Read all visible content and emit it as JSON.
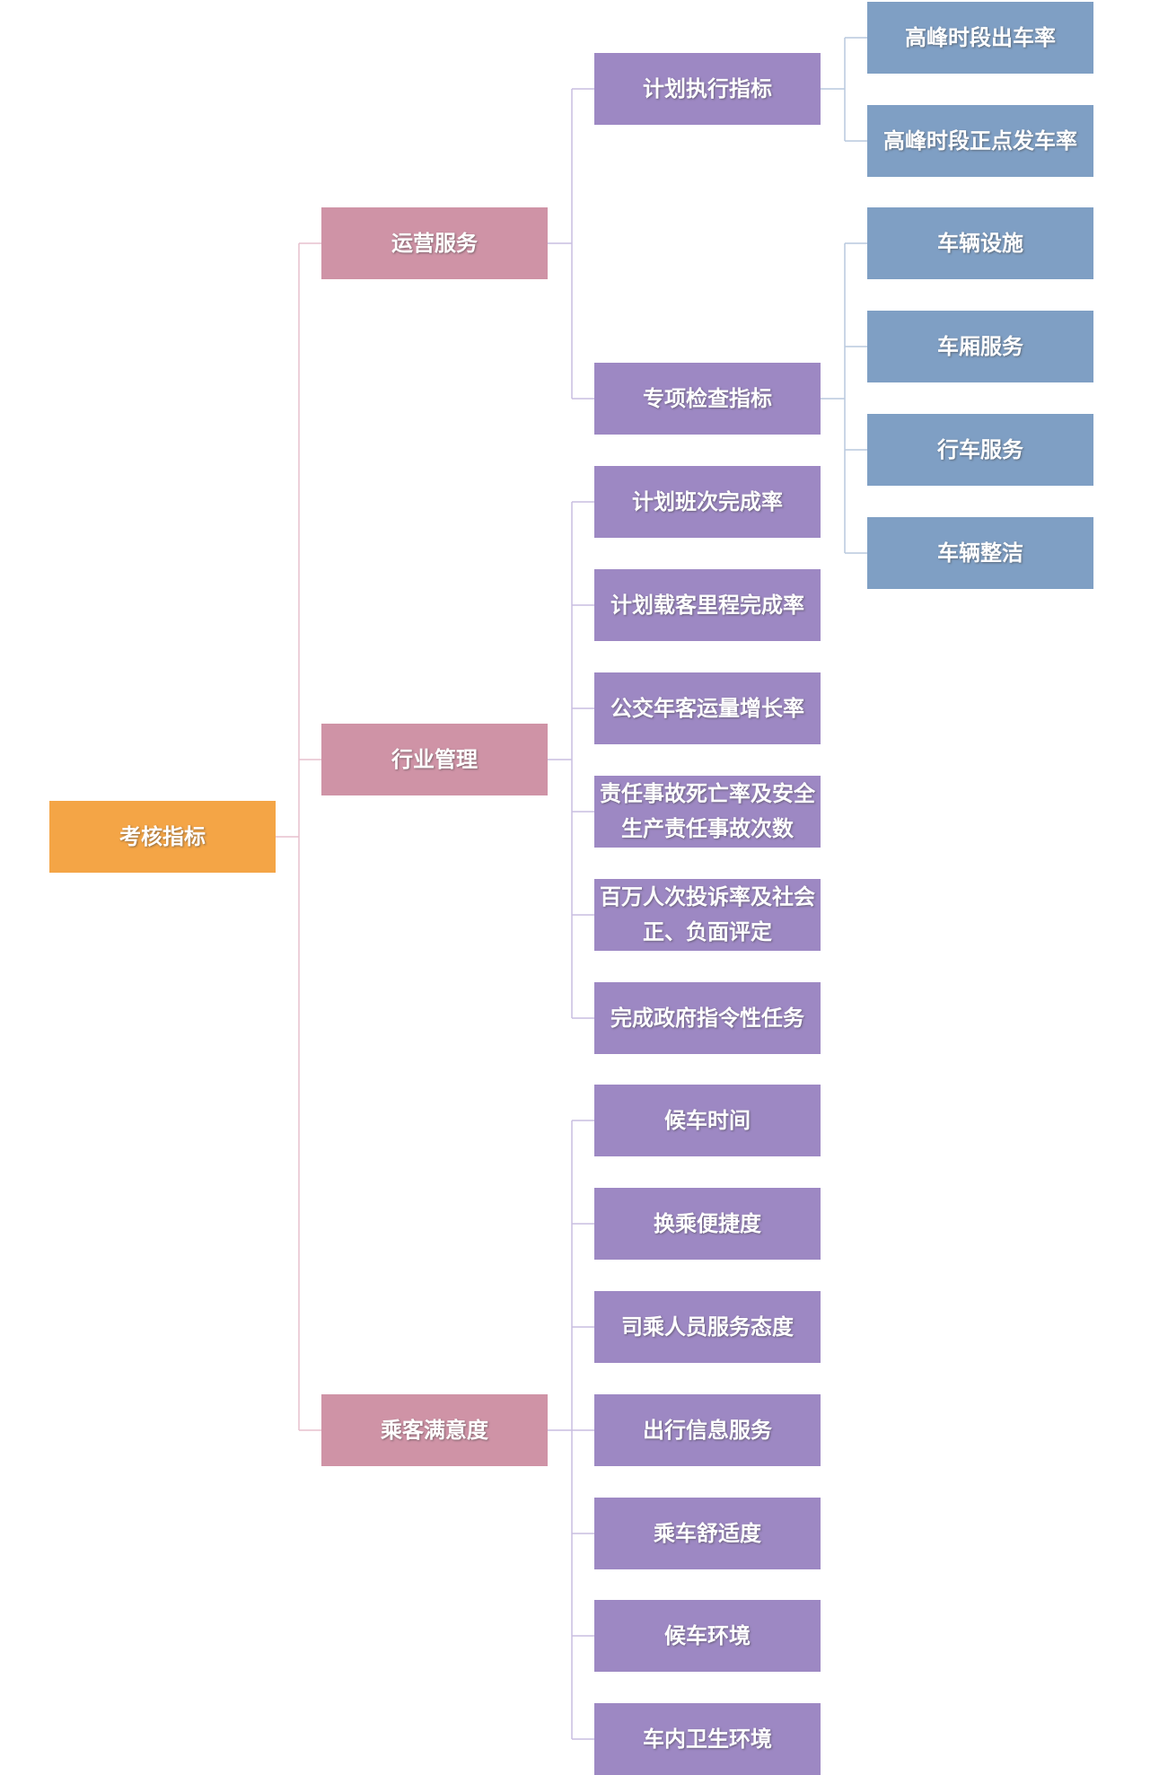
{
  "colors": {
    "root": "#F4A546",
    "level1": "#CF93A6",
    "level2": "#9D88C3",
    "level3": "#7F9FC4",
    "line_level1": "#E7C0CD",
    "line_level2": "#C9BEE0",
    "line_level3": "#B9C9DE"
  },
  "root": {
    "label": "考核指标",
    "children": [
      {
        "label": "运营服务",
        "children": [
          {
            "label": "计划执行指标",
            "children": [
              {
                "label": "高峰时段出车率"
              },
              {
                "label": "高峰时段正点发车率"
              }
            ]
          },
          {
            "label": "专项检查指标",
            "children": [
              {
                "label": "车辆设施"
              },
              {
                "label": "车厢服务"
              },
              {
                "label": "行车服务"
              },
              {
                "label": "车辆整洁"
              }
            ]
          }
        ]
      },
      {
        "label": "行业管理",
        "children": [
          {
            "label": "计划班次完成率"
          },
          {
            "label": "计划载客里程完成率"
          },
          {
            "label": "公交年客运量增长率"
          },
          {
            "label": "责任事故死亡率及安全生产责任事故次数"
          },
          {
            "label": "百万人次投诉率及社会正、负面评定"
          },
          {
            "label": "完成政府指令性任务"
          }
        ]
      },
      {
        "label": "乘客满意度",
        "children": [
          {
            "label": "候车时间"
          },
          {
            "label": "换乘便捷度"
          },
          {
            "label": "司乘人员服务态度"
          },
          {
            "label": "出行信息服务"
          },
          {
            "label": "乘车舒适度"
          },
          {
            "label": "候车环境"
          },
          {
            "label": "车内卫生环境"
          }
        ]
      }
    ]
  }
}
